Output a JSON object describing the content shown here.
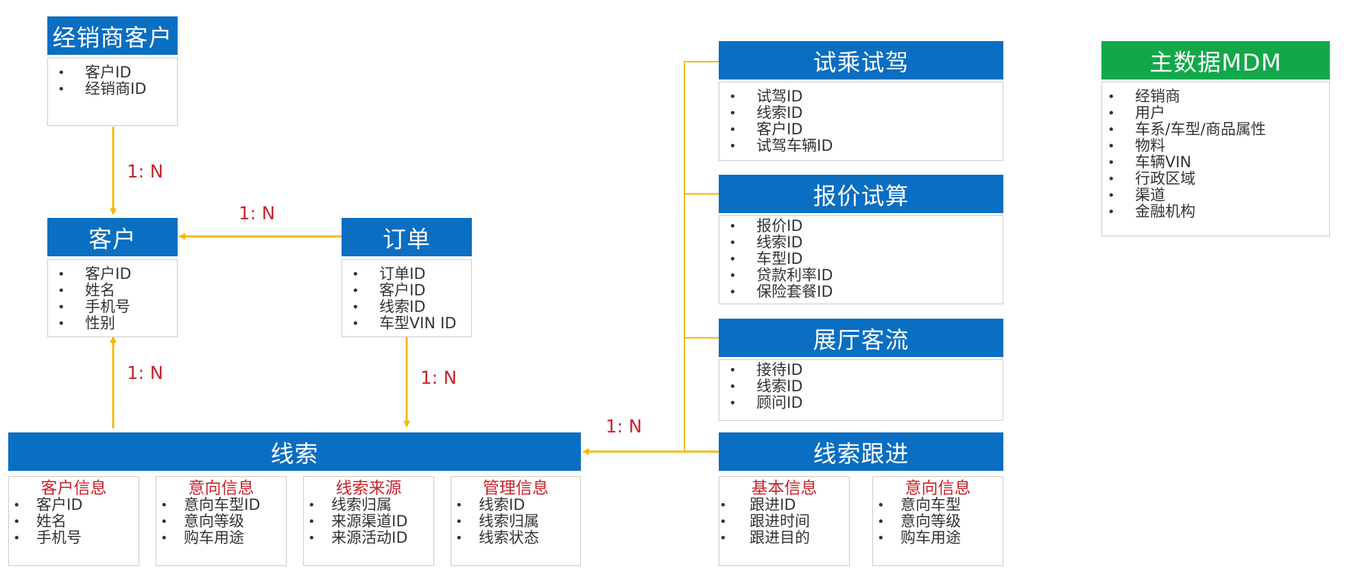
{
  "diagram": {
    "dealer_customer": {
      "title": "经销商客户",
      "fields": [
        "客户ID",
        "经销商ID"
      ]
    },
    "customer": {
      "title": "客户",
      "fields": [
        "客户ID",
        "姓名",
        "手机号",
        "性别"
      ]
    },
    "order": {
      "title": "订单",
      "fields": [
        "订单ID",
        "客户ID",
        "线索ID",
        "车型VIN ID"
      ]
    },
    "lead": {
      "title": "线索",
      "groups": [
        {
          "title": "客户信息",
          "fields": [
            "客户ID",
            "姓名",
            "手机号"
          ]
        },
        {
          "title": "意向信息",
          "fields": [
            "意向车型ID",
            "意向等级",
            "购车用途"
          ]
        },
        {
          "title": "线索来源",
          "fields": [
            "线索归属",
            "来源渠道ID",
            "来源活动ID"
          ]
        },
        {
          "title": "管理信息",
          "fields": [
            "线索ID",
            "线索归属",
            "线索状态"
          ]
        }
      ]
    },
    "test_drive": {
      "title": "试乘试驾",
      "fields": [
        "试驾ID",
        "线索ID",
        "客户ID",
        "试驾车辆ID"
      ]
    },
    "quote": {
      "title": "报价试算",
      "fields": [
        "报价ID",
        "线索ID",
        "车型ID",
        "贷款利率ID",
        "保险套餐ID"
      ]
    },
    "showroom": {
      "title": "展厅客流",
      "fields": [
        "接待ID",
        "线索ID",
        "顾问ID"
      ]
    },
    "lead_followup": {
      "title": "线索跟进",
      "groups": [
        {
          "title": "基本信息",
          "fields": [
            "跟进ID",
            "跟进时间",
            "跟进目的"
          ]
        },
        {
          "title": "意向信息",
          "fields": [
            "意向车型",
            "意向等级",
            "购车用途"
          ]
        }
      ]
    },
    "mdm": {
      "title": "主数据MDM",
      "fields": [
        "经销商",
        "用户",
        "车系/车型/商品属性",
        "物料",
        "车辆VIN",
        "行政区域",
        "渠道",
        "金融机构"
      ]
    },
    "relations": {
      "dealer_to_customer": "1:  N",
      "order_to_customer": "1:  N",
      "lead_to_customer": "1:  N",
      "order_to_lead": "1:  N",
      "followups_to_lead": "1:  N"
    },
    "colors": {
      "header": "#0a6ec2",
      "mdm_header": "#12a84a",
      "connector": "#f5b800",
      "relation_text": "#c9232b"
    }
  }
}
